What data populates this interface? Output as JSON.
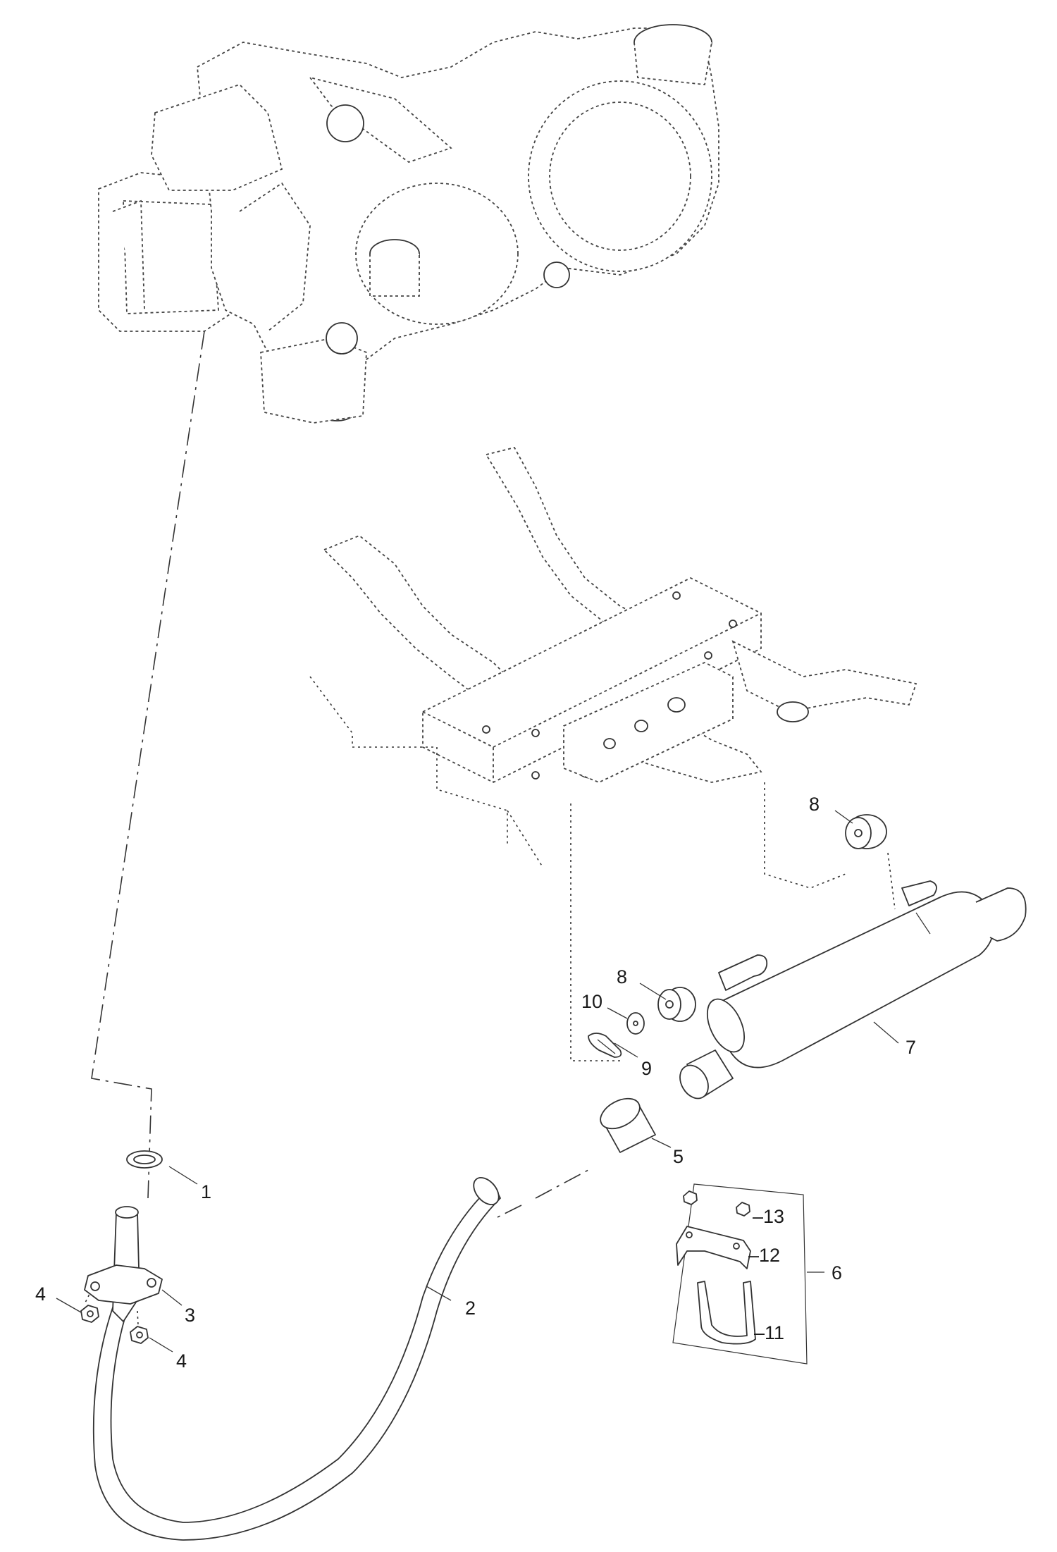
{
  "diagram": {
    "callouts": [
      {
        "id": "1",
        "text": "1"
      },
      {
        "id": "2",
        "text": "2"
      },
      {
        "id": "3",
        "text": "3"
      },
      {
        "id": "4a",
        "text": "4"
      },
      {
        "id": "4b",
        "text": "4"
      },
      {
        "id": "5",
        "text": "5"
      },
      {
        "id": "6",
        "text": "6"
      },
      {
        "id": "7",
        "text": "7"
      },
      {
        "id": "8a",
        "text": "8"
      },
      {
        "id": "8b",
        "text": "8"
      },
      {
        "id": "9",
        "text": "9"
      },
      {
        "id": "10",
        "text": "10"
      },
      {
        "id": "11",
        "text": "–11"
      },
      {
        "id": "12",
        "text": "–12"
      },
      {
        "id": "13",
        "text": "–13"
      }
    ],
    "parts": [
      "engine",
      "frame",
      "exhaust-pipe",
      "muffler",
      "gasket",
      "flange",
      "nut",
      "bushing",
      "rubber-damper",
      "washer",
      "clip",
      "u-bolt",
      "clamp",
      "clamp-nut"
    ],
    "colors": {
      "line": "#333333",
      "background": "#ffffff"
    }
  }
}
